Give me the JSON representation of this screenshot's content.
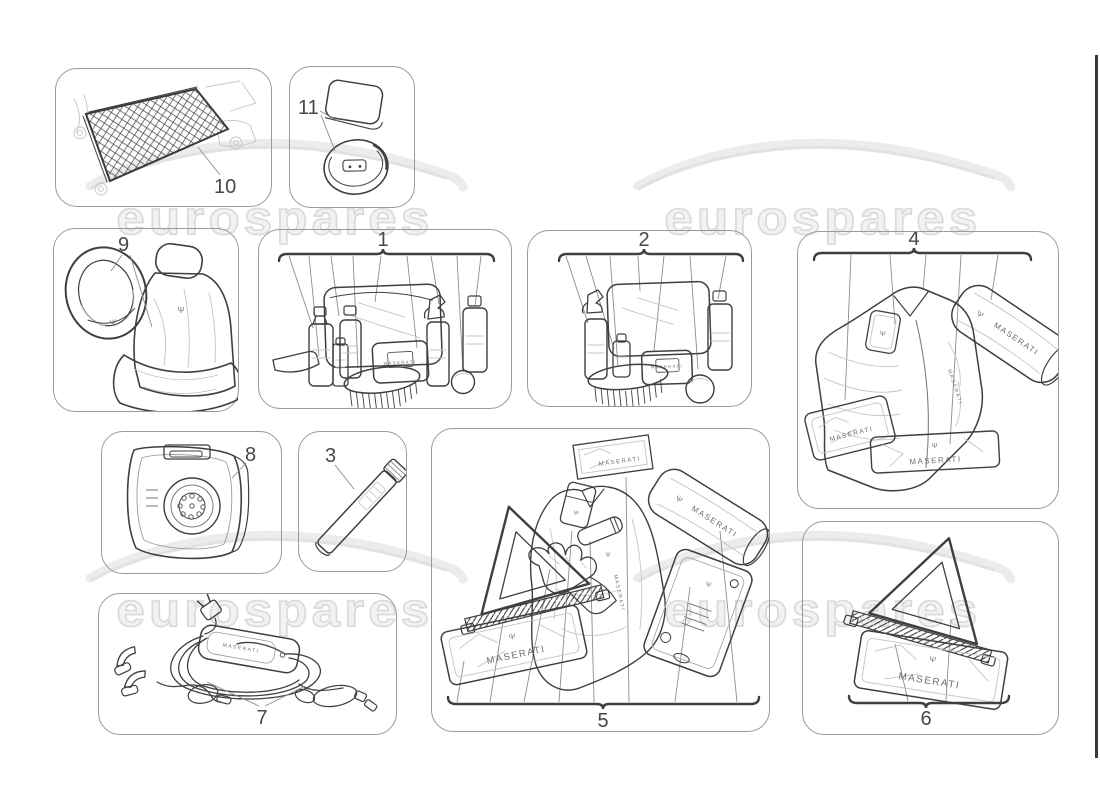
{
  "brand": "MASERATI",
  "icons": {
    "trident": "Ψ"
  },
  "watermark": {
    "text": "eurospares"
  },
  "colors": {
    "line": "#3f3f3f",
    "box_border": "#9a9a9a",
    "label": "#474747",
    "leader": "#8c8c8c",
    "watermark_fill": "#f2f2f2",
    "watermark_stroke": "#dadada"
  },
  "callouts": {
    "cargo_net": "10",
    "battery_kit": "11",
    "seat_cover": "9",
    "care_kit_large": "1",
    "care_kit_small": "2",
    "winter_set": "4",
    "compressor_case": "8",
    "sealant_stick": "3",
    "charger_cables": "7",
    "safety_kit": "5",
    "warning_triangle": "6"
  }
}
